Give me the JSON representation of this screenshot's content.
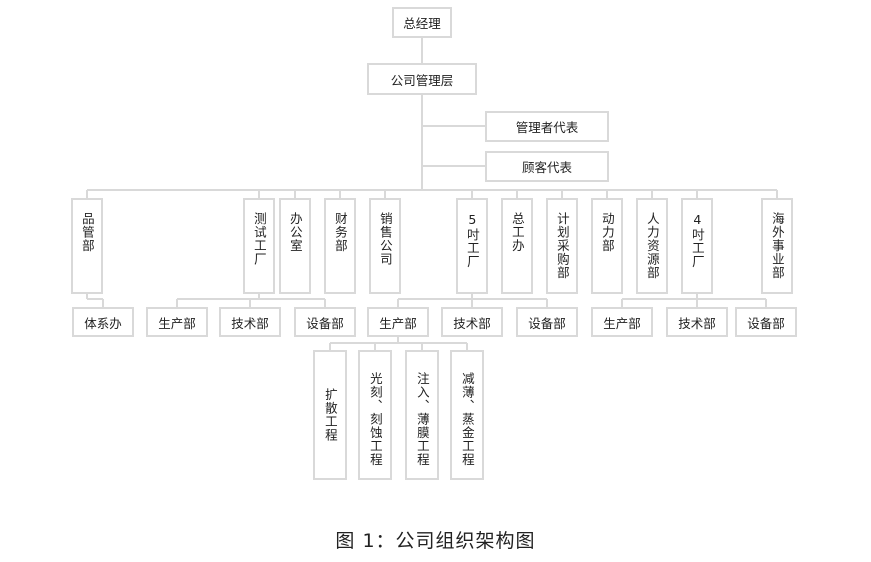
{
  "top": {
    "ceo": "总经理",
    "mgmt": "公司管理层",
    "mgr_rep": "管理者代表",
    "cust_rep": "顾客代表"
  },
  "depts": {
    "quality": "品管部",
    "test": "测试工厂",
    "office": "办公室",
    "finance": "财务部",
    "sales": "销售公司",
    "f5": "5吋工厂",
    "general": "总工办",
    "purchase": "计划采购部",
    "power": "动力部",
    "hr": "人力资源部",
    "f4": "4吋工厂",
    "overseas": "海外事业部"
  },
  "subs": {
    "system": "体系办",
    "prod1": "生产部",
    "tech1": "技术部",
    "equip1": "设备部",
    "prod2": "生产部",
    "tech2": "技术部",
    "equip2": "设备部",
    "prod3": "生产部",
    "tech3": "技术部",
    "equip3": "设备部"
  },
  "procs": {
    "diffusion": "扩散工程",
    "litho": "光刻、刻蚀工程",
    "implant": "注入、薄膜工程",
    "sputter": "减薄、蒸金工程"
  },
  "caption": "图 1：公司组织架构图"
}
